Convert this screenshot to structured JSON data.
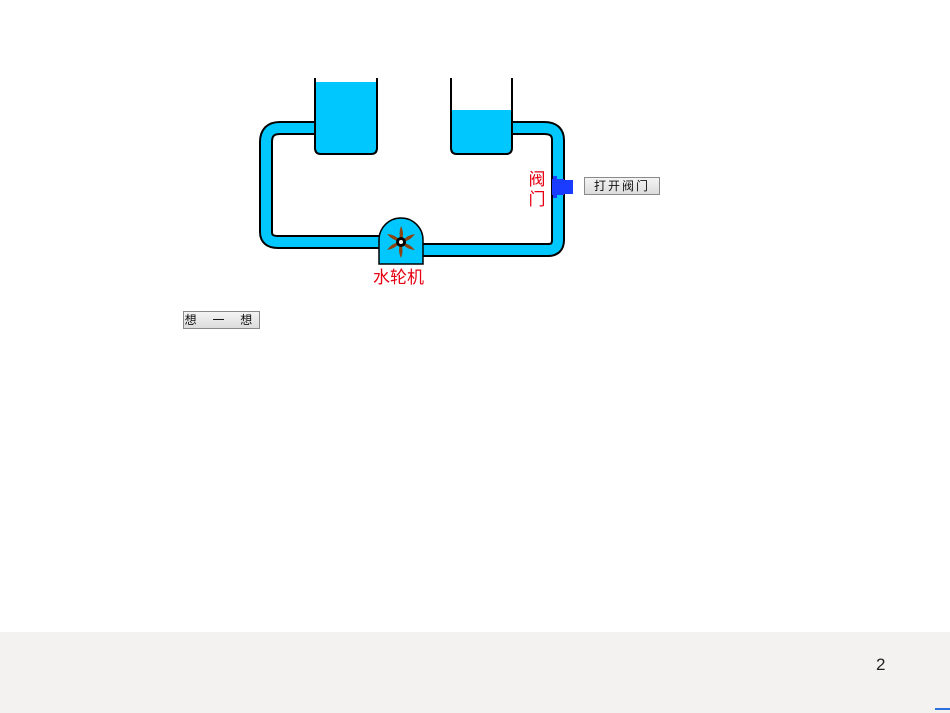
{
  "diagram": {
    "valve_label": "阀\n门",
    "valve_label_line1": "阀",
    "valve_label_line2": "门",
    "turbine_label": "水轮机"
  },
  "buttons": {
    "open_valve": "打开阀门",
    "think": "想 一 想"
  },
  "footer": {
    "page_number": "2"
  },
  "colors": {
    "water": "#00c8ff",
    "outline": "#000000",
    "valve": "#1a3cff",
    "blade": "#8b4513",
    "label_red": "#e60012",
    "footer_bg": "#f3f2f1"
  }
}
